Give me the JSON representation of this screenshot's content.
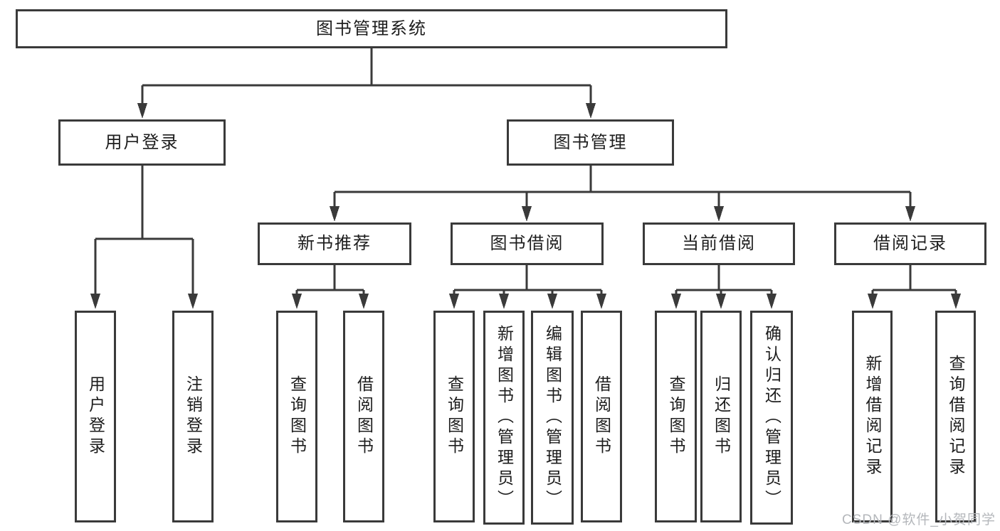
{
  "diagram": {
    "root": "图书管理系统",
    "branches": [
      {
        "label": "用户登录",
        "children": [
          "用户登录",
          "注销登录"
        ]
      },
      {
        "label": "图书管理",
        "groups": [
          {
            "label": "新书推荐",
            "children": [
              "查询图书",
              "借阅图书"
            ]
          },
          {
            "label": "图书借阅",
            "children": [
              "查询图书",
              "新增图书（管理员）",
              "编辑图书（管理员）",
              "借阅图书"
            ]
          },
          {
            "label": "当前借阅",
            "children": [
              "查询图书",
              "归还图书",
              "确认归还（管理员）"
            ]
          },
          {
            "label": "借阅记录",
            "children": [
              "新增借阅记录",
              "查询借阅记录"
            ]
          }
        ]
      }
    ],
    "colors": {
      "line": "#3a3a3a",
      "box_border": "#3a3a3a",
      "text": "#1d1d1d",
      "watermark": "#b4b7bb"
    }
  },
  "watermark": "CSDN @软件_小贺同学"
}
